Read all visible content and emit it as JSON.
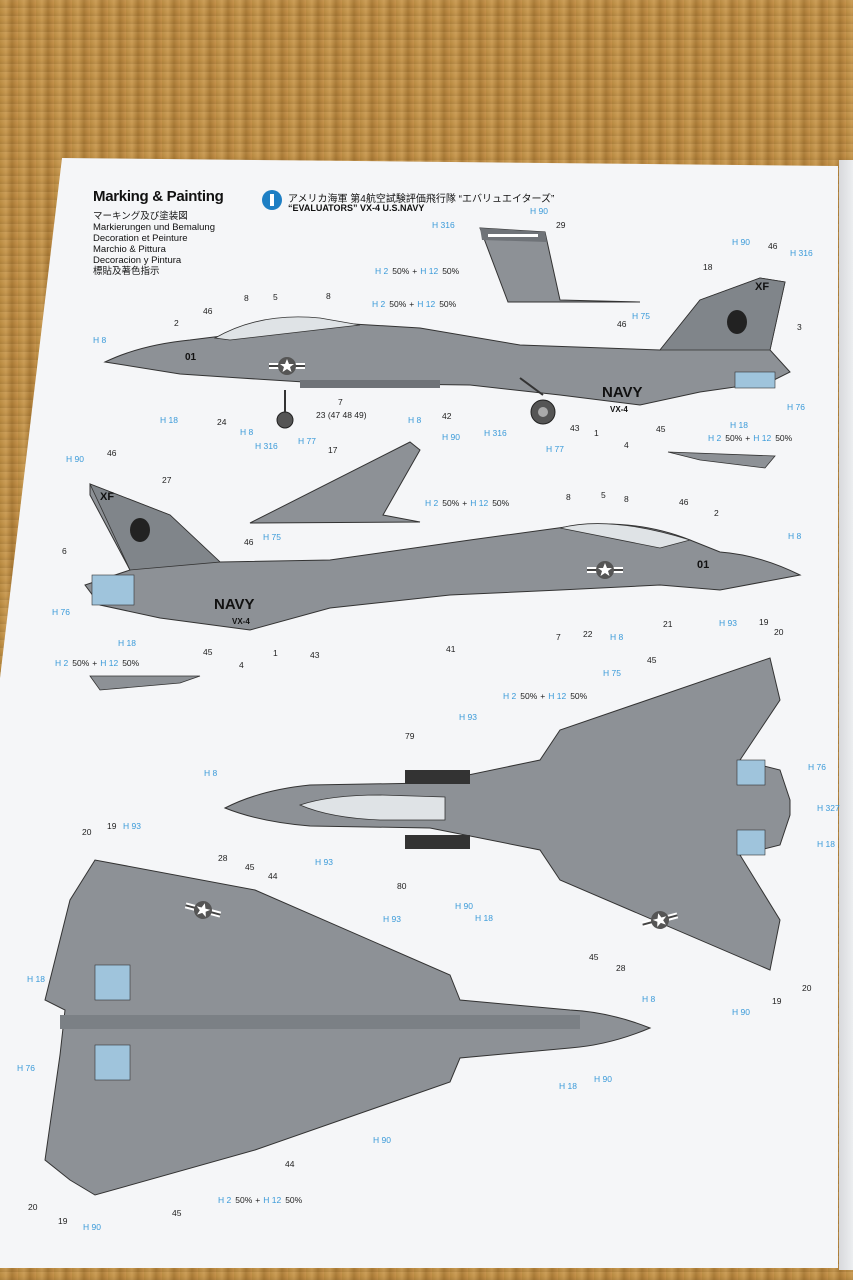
{
  "title": {
    "main": "Marking & Painting",
    "subtitles": [
      "マーキング及び塗装図",
      "Markierungen und Bemalung",
      "Decoration et Peinture",
      "Marchio & Pittura",
      "Decoracion y Pintura",
      "標貼及著色指示"
    ]
  },
  "unit": {
    "jp": "アメリカ海軍 第4航空試験評価飛行隊 “エバリュエイターズ”",
    "en": "“EVALUATORS” VX-4 U.S.NAVY"
  },
  "colors": {
    "paper": "#f5f6f8",
    "aircraft_gray": "#8d9196",
    "aircraft_dark": "#6f7378",
    "exhaust_blue": "#9fc4dc",
    "callout_blue": "#3a9ad9",
    "mat_brown": "#b8893f"
  },
  "markings": {
    "navy": "NAVY",
    "squadron": "VX-4",
    "tail_code": "XF",
    "modex": "01"
  },
  "mixes": {
    "mix_a": {
      "c1": "H 2",
      "p1": "50%",
      "c2": "H 12",
      "p2": "50%"
    }
  },
  "labels": {
    "t1": "H 316",
    "t2": "H 90",
    "t3": "29",
    "t4": "H 90",
    "t5": "46",
    "t6": "H 316",
    "t7": "18",
    "t8": "3",
    "t9": "H 8",
    "t10": "2",
    "t11": "46",
    "t12": "8",
    "t13": "5",
    "t14": "8",
    "t15": "H 75",
    "t16": "46",
    "t17": "H 18",
    "t18": "24",
    "t19": "H 8",
    "t20": "H 316",
    "t21": "H 77",
    "t22": "7",
    "t23": "23 (47 48 49)",
    "t24": "H 8",
    "t25": "42",
    "t26": "H 316",
    "t27": "H 77",
    "t28": "43",
    "t29": "1",
    "t30": "4",
    "t31": "45",
    "t32": "H 18",
    "t33": "H 76",
    "t34": "H 90",
    "t35": "46",
    "t36": "27",
    "t37": "17",
    "t38": "H 90",
    "t39": "6",
    "t40": "46",
    "t41": "H 75",
    "t42": "8",
    "t43": "5",
    "t44": "8",
    "t45": "46",
    "t46": "2",
    "t47": "H 8",
    "t48": "H 76",
    "t49": "H 18",
    "t50": "45",
    "t51": "4",
    "t52": "1",
    "t53": "43",
    "t54": "41",
    "t55": "7",
    "t56": "22",
    "t57": "H 8",
    "t58": "21",
    "t59": "H 93",
    "t60": "19",
    "t61": "20",
    "t62": "H 75",
    "t63": "45",
    "t64": "H 93",
    "t65": "79",
    "t66": "H 8",
    "t67": "H 76",
    "t68": "H 327",
    "t69": "H 18",
    "t70": "H 93",
    "t71": "80",
    "t72": "H 90",
    "t73": "H 18",
    "t74": "45",
    "t75": "28",
    "t76": "20",
    "t77": "19",
    "t78": "H 90",
    "t79": "20",
    "t80": "19",
    "t81": "H 93",
    "t82": "28",
    "t83": "45",
    "t84": "44",
    "t85": "H 93",
    "t86": "H 18",
    "t87": "H 8",
    "t88": "H 76",
    "t89": "H 18",
    "t90": "H 90",
    "t91": "H 90",
    "t92": "44",
    "t93": "20",
    "t94": "19",
    "t95": "H 90",
    "t96": "45"
  }
}
